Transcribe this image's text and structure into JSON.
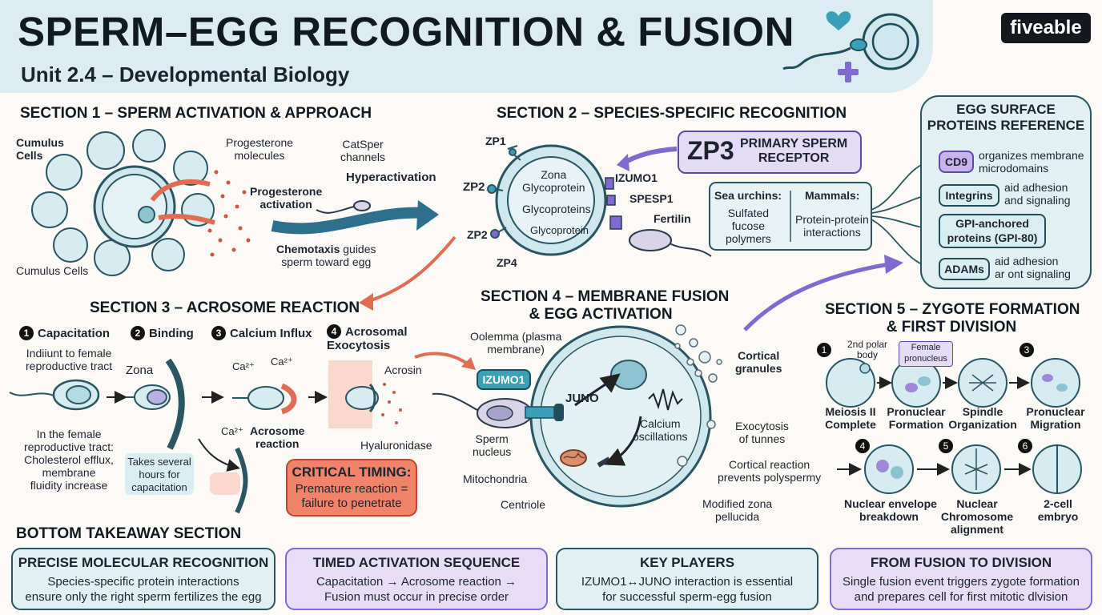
{
  "header": {
    "title": "SPERM–EGG RECOGNITION & FUSION",
    "subtitle": "Unit 2.4 – Developmental Biology",
    "logo": "fiveable"
  },
  "section1": {
    "heading": "SECTION 1 – SPERM ACTIVATION & APPROACH",
    "cumulus_cells_top": "Cumulus\nCells",
    "cumulus_cells_bottom": "Cumulus Cells",
    "progesterone_molecules": "Progesterone\nmolecules",
    "catsper": "CatSper\nchannels",
    "hyperactivation": "Hyperactivation",
    "progesterone_activation": "Progesterone\nactivation",
    "chemotaxis": "Chemotaxis",
    "chemotaxis_rest": " guides\nsperm toward egg"
  },
  "section2": {
    "heading": "SECTION 2 – SPECIES-SPECIFIC RECOGNITION",
    "zp1": "ZP1",
    "zp2_left": "ZP2",
    "zp2_bottom": "ZP2",
    "zp4": "ZP4",
    "zona_glyco": "Zona\nGlycoprotein",
    "glycoproteins": "Glycoproteins",
    "glycoprotein": "Glycoprotein",
    "izumo1": "IZUMO1",
    "spesp1": "SPESP1",
    "fertilin": "Fertilin",
    "zp3": "ZP3",
    "zp3_desc": "PRIMARY SPERM\nRECEPTOR",
    "sea_urchins_title": "Sea urchins:",
    "sea_urchins_text": "Sulfated\nfucose\npolymers",
    "mammals_title": "Mammals:",
    "mammals_text": "Protein-protein\ninteractions"
  },
  "reference": {
    "title": "EGG SURFACE\nPROTEINS REFERENCE",
    "items": [
      {
        "tag": "CD9",
        "desc": "organizes membrane\nmicrodomains"
      },
      {
        "tag": "Integrins",
        "desc": "aid adhesion\nand signaling"
      },
      {
        "tag": "GPI-anchored\nproteins (GPI-80)",
        "desc": ""
      },
      {
        "tag": "ADAMs",
        "desc": "aid adhesion\nar ont signaling"
      }
    ]
  },
  "section3": {
    "heading": "SECTION 3 – ACROSOME REACTION",
    "steps": [
      {
        "num": "1",
        "label": "Capacitation"
      },
      {
        "num": "2",
        "label": "Binding"
      },
      {
        "num": "3",
        "label": "Calcium Influx"
      },
      {
        "num": "4",
        "label": "Acrosomal\nExocytosis"
      }
    ],
    "female_tract_top": "Indiiunt to female\nreproductive tract",
    "female_tract_bottom": "In the female\nreproductive tract:\nCholesterol efflux,\nmembrane\nfluidity increase",
    "zona": "Zona",
    "takes_hours": "Takes several\nhours for\ncapacitation",
    "ca_a": "Ca²⁺",
    "ca_b": "Ca²⁺",
    "ca_c": "Ca²⁺",
    "acrosome_reaction": "Acrosome\nreaction",
    "acrosin": "Acrosin",
    "hyaluronidase": "Hyaluronidase",
    "critical_title": "CRITICAL TIMING:",
    "critical_text": "Premature reaction =\nfailure to penetrate"
  },
  "section4": {
    "heading": "SECTION 4 – MEMBRANE FUSION\n& EGG ACTIVATION",
    "oolemma": "Oolemma (plasma\nmembrane)",
    "izumo1": "IZUMO1",
    "juno": "JUNO",
    "sperm_nucleus": "Sperm\nnucleus",
    "mitochondria": "Mitochondria",
    "centriole": "Centriole",
    "calcium": "Calcium\noscillations",
    "cortical_granules": "Cortical\ngranules",
    "exocytosis": "Exocytosis\nof tunnes",
    "cortical_reaction": "Cortical reaction\nprevents polyspermy",
    "modified_zona": "Modified zona\npellucida"
  },
  "section5": {
    "heading": "SECTION 5 – ZYGOTE FORMATION\n& FIRST DIVISION",
    "polar_body": "2nd polar\nbody",
    "female_pronucleus": "Female\npronucleus",
    "steps": [
      {
        "num": "1",
        "label": "Meiosis II\nComplete"
      },
      {
        "num": "",
        "label": "Pronuclear\nFormation"
      },
      {
        "num": "",
        "label": "Spindle\nOrganization"
      },
      {
        "num": "3",
        "label": "Pronuclear\nMigration"
      },
      {
        "num": "4",
        "label": "Nuclear envelope\nbreakdown"
      },
      {
        "num": "5",
        "label": "Nuclear\nChromosome\nalignment"
      },
      {
        "num": "6",
        "label": "2-cell\nembryo"
      }
    ]
  },
  "bottom": {
    "heading": "BOTTOM TAKEAWAY SECTION",
    "cards": [
      {
        "title": "PRECISE MOLECULAR RECOGNITION",
        "text": "Species-specific protein interactions\nensure only the right sperm fertilizes the egg"
      },
      {
        "title": "TIMED ACTIVATION SEQUENCE",
        "text": "Capacitation → Acrosome reaction →\nFusion must occur in precise order"
      },
      {
        "title": "KEY PLAYERS",
        "text": "IZUMO1↔JUNO interaction is essential\nfor successful sperm-egg fusion"
      },
      {
        "title": "FROM FUSION TO DIVISION",
        "text": "Single fusion event triggers zygote formation\nand prepares cell for first mitotic dlvision"
      }
    ]
  },
  "colors": {
    "teal": "#bfe3ea",
    "purple": "#cdb8ee",
    "salmon": "#f2836b",
    "navy": "#1f4d5a"
  }
}
